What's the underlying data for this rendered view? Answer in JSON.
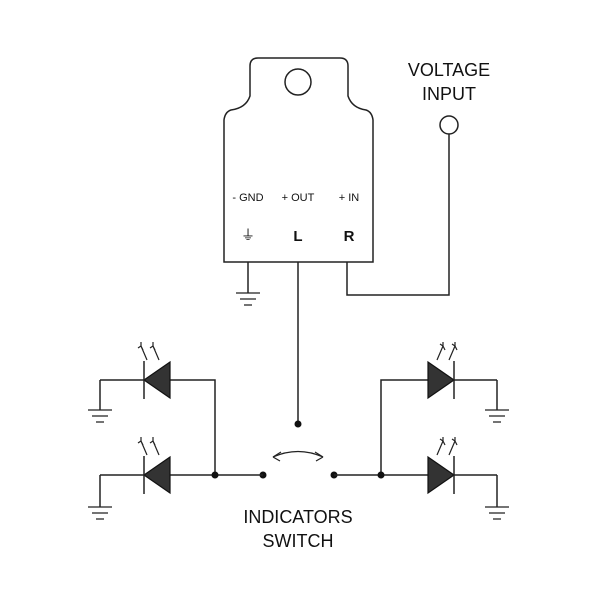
{
  "labels": {
    "voltage_input": [
      "VOLTAGE",
      "INPUT"
    ],
    "indicators_switch": [
      "INDICATORS",
      "SWITCH"
    ]
  },
  "module": {
    "pins": [
      {
        "function": "- GND",
        "letter": "⏚"
      },
      {
        "function": "+ OUT",
        "letter": "L"
      },
      {
        "function": "+ IN",
        "letter": "R"
      }
    ]
  },
  "colors": {
    "line": "#222222",
    "led_fill": "#333333",
    "background": "#ffffff"
  },
  "icons": [
    "ground-icon",
    "led-icon",
    "light-arrows-icon",
    "switch-icon",
    "terminal-icon"
  ]
}
